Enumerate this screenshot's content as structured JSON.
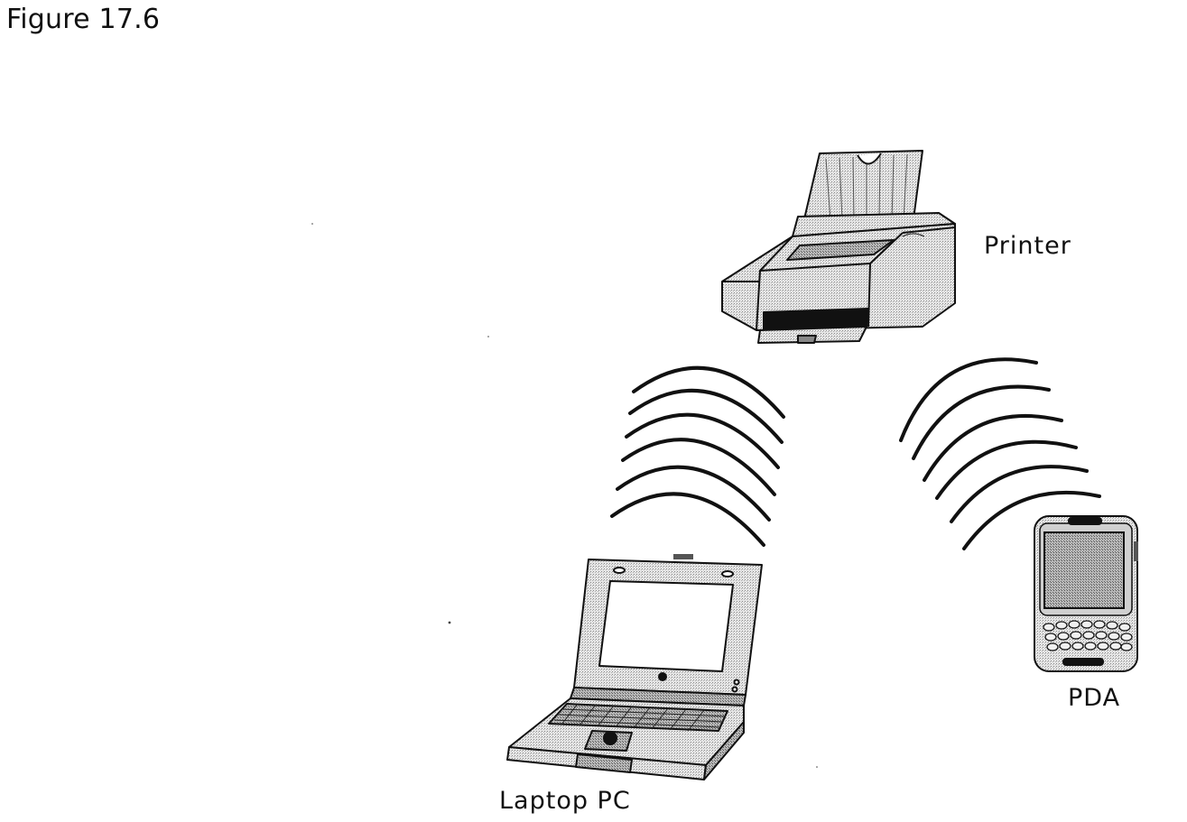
{
  "figure": {
    "title": "Figure 17.6"
  },
  "devices": [
    {
      "id": "printer",
      "label": "Printer",
      "icon": "printer-icon"
    },
    {
      "id": "pda",
      "label": "PDA",
      "icon": "pda-icon"
    },
    {
      "id": "laptop",
      "label": "Laptop PC",
      "icon": "laptop-icon"
    }
  ],
  "links": [
    {
      "from": "laptop",
      "to": "printer",
      "icon": "wireless-waves-icon"
    },
    {
      "from": "pda",
      "to": "printer",
      "icon": "wireless-waves-icon"
    }
  ]
}
